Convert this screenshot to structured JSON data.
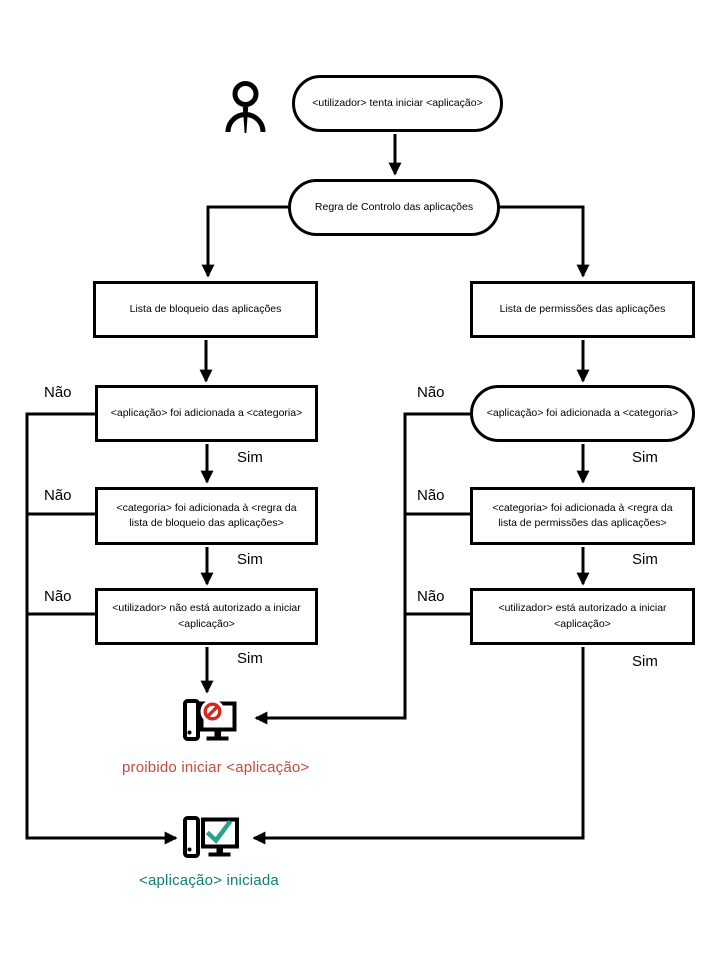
{
  "diagram": {
    "labels": {
      "yes": "Sim",
      "no": "Não"
    },
    "colors": {
      "line": "#000000",
      "blocked_text": "#c74a3c",
      "prohibit_sign": "#d8291c",
      "started_text": "#0d8170",
      "check_mark": "#2aa287"
    },
    "nodes": {
      "start": "<utilizador> tenta iniciar <aplicação>",
      "rule": "Regra de Controlo das aplicações",
      "blocklist": "Lista de bloqueio das aplicações",
      "allowlist": "Lista de permissões das aplicações",
      "block_app_in_category": "<aplicação> foi adicionada a <categoria>",
      "block_category_in_rule": "<categoria> foi adicionada à <regra da\nlista de bloqueio das aplicações>",
      "block_user_not_allowed": "<utilizador> não está autorizado a iniciar\n<aplicação>",
      "allow_app_in_category": "<aplicação> foi adicionada a <categoria>",
      "allow_category_in_rule": "<categoria> foi adicionada à <regra da\nlista de permissões das aplicações>",
      "allow_user_allowed": "<utilizador> está autorizado a iniciar\n<aplicação>",
      "blocked_result": "proibido iniciar <aplicação>",
      "started_result": "<aplicação> iniciada"
    }
  }
}
